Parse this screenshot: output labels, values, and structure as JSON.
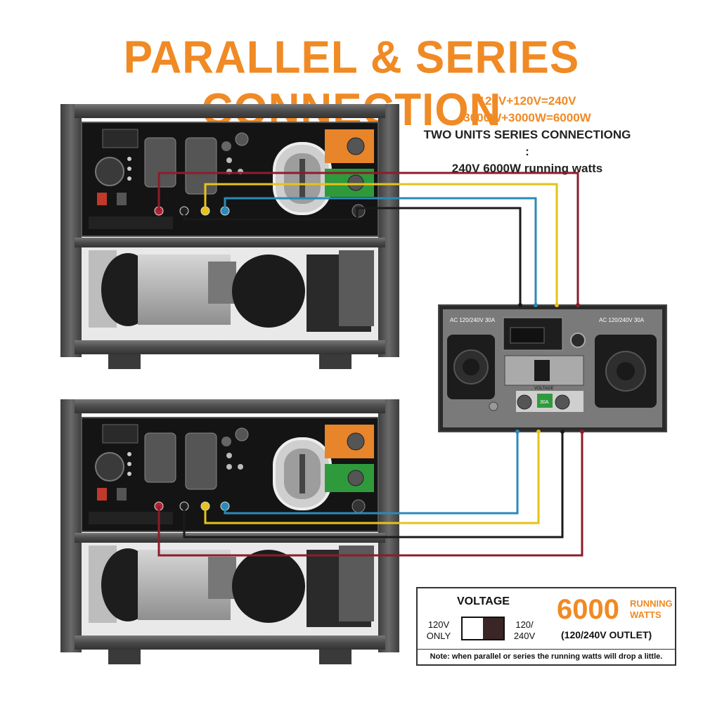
{
  "title": "PARALLEL & SERIES CONNECTION",
  "info": {
    "line1": "120V+120V=240V",
    "line2": "3000W+3000W=6000W",
    "line3": "TWO UNITS SERIES  CONNECTIONG :",
    "line4": "240V 6000W running watts"
  },
  "legend": {
    "voltage_label": "VOLTAGE",
    "left_option": "120V ONLY",
    "right_option": "120/ 240V",
    "power_value": "6000",
    "power_unit": "RUNNING WATTS",
    "outlet": "(120/240V OUTLET)",
    "note": "Note: when parallel or series the running watts will drop a little."
  },
  "parallel_box": {
    "left_outlet_label": "AC 120/240V 30A",
    "right_outlet_label": "AC 120/240V 30A",
    "switch_label": "VOLTAGE",
    "fuse_label": "30A"
  },
  "colors": {
    "accent": "#f08a24",
    "wire_red": "#8e1c2a",
    "wire_yellow": "#e6c21a",
    "wire_blue": "#2b8ab7",
    "wire_black": "#1a1a1a",
    "frame": "#4a4a4a",
    "panel": "#141414"
  }
}
